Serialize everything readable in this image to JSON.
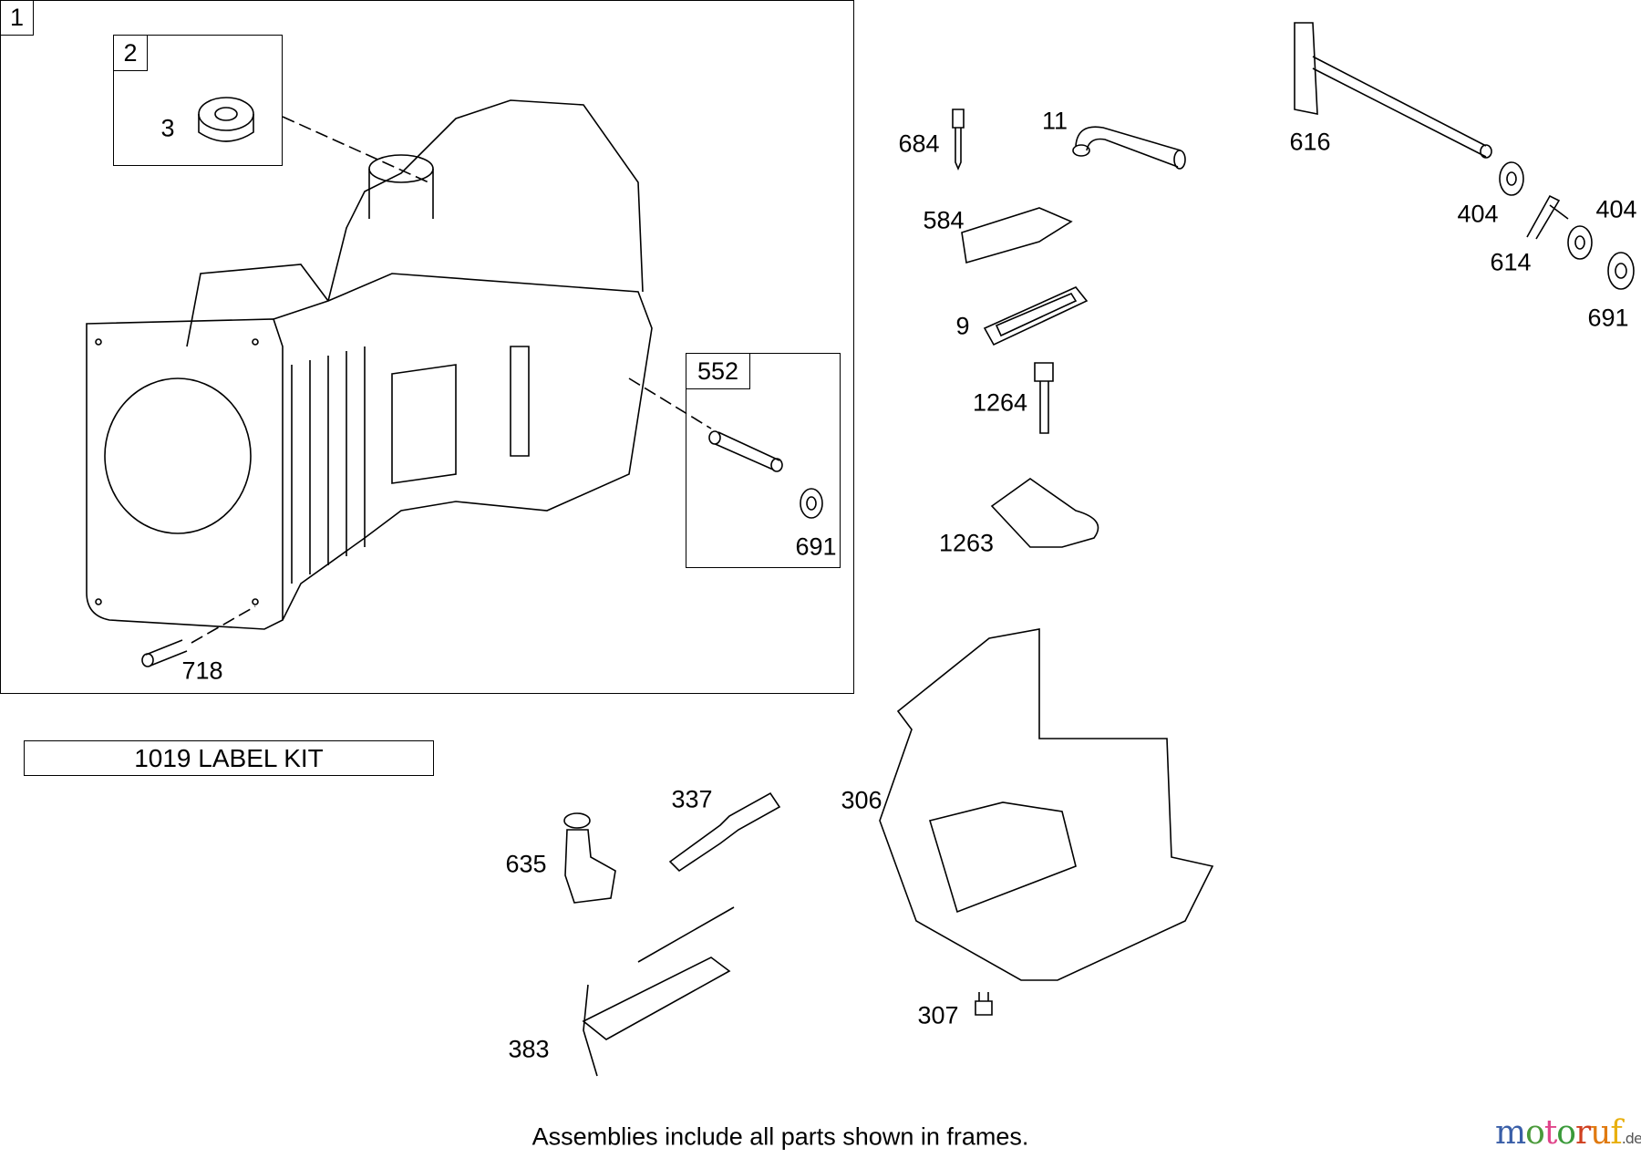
{
  "frames": {
    "main_frame_number": "1",
    "subframe_a_number": "2",
    "subframe_b_number": "552"
  },
  "parts": {
    "p3": "3",
    "p691_frame": "691",
    "p718": "718",
    "p684": "684",
    "p11": "11",
    "p616": "616",
    "p404_a": "404",
    "p404_b": "404",
    "p614": "614",
    "p691": "691",
    "p584": "584",
    "p9": "9",
    "p1264": "1264",
    "p1263": "1263",
    "p337": "337",
    "p306": "306",
    "p635": "635",
    "p307": "307",
    "p383": "383"
  },
  "label_kit": "1019 LABEL KIT",
  "footer_note": "Assemblies include all parts shown in frames.",
  "watermark": {
    "letters": [
      "m",
      "o",
      "t",
      "o",
      "r",
      "u",
      "f"
    ],
    "suffix": ".de",
    "colors": [
      "#3a5fa8",
      "#4a9a3a",
      "#e0458a",
      "#3a9a3a",
      "#d04020",
      "#e07a10",
      "#e8b010"
    ]
  }
}
